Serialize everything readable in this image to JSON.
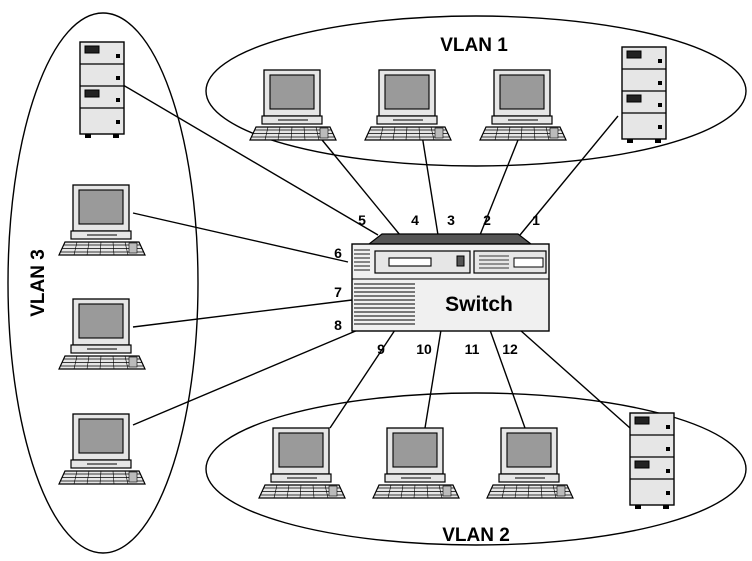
{
  "vlans": {
    "vlan1": "VLAN 1",
    "vlan2": "VLAN 2",
    "vlan3": "VLAN 3"
  },
  "switch": {
    "label": "Switch",
    "ports": [
      "1",
      "2",
      "3",
      "4",
      "5",
      "6",
      "7",
      "8",
      "9",
      "10",
      "11",
      "12"
    ]
  },
  "colors": {
    "stroke": "#000000",
    "device_fill": "#e6e6e6",
    "screen_fill": "#9a9a9a",
    "dark_fill": "#222222",
    "switch_top": "#555555",
    "switch_body": "#f0f0f0"
  },
  "devices": [
    {
      "id": "server-vlan3",
      "type": "server-icon"
    },
    {
      "id": "pc-vlan3-1",
      "type": "workstation-icon"
    },
    {
      "id": "pc-vlan3-2",
      "type": "workstation-icon"
    },
    {
      "id": "pc-vlan3-3",
      "type": "workstation-icon"
    },
    {
      "id": "pc-vlan1-1",
      "type": "workstation-icon"
    },
    {
      "id": "pc-vlan1-2",
      "type": "workstation-icon"
    },
    {
      "id": "pc-vlan1-3",
      "type": "workstation-icon"
    },
    {
      "id": "server-vlan1",
      "type": "server-icon"
    },
    {
      "id": "pc-vlan2-1",
      "type": "workstation-icon"
    },
    {
      "id": "pc-vlan2-2",
      "type": "workstation-icon"
    },
    {
      "id": "pc-vlan2-3",
      "type": "workstation-icon"
    },
    {
      "id": "server-vlan2",
      "type": "server-icon"
    }
  ]
}
